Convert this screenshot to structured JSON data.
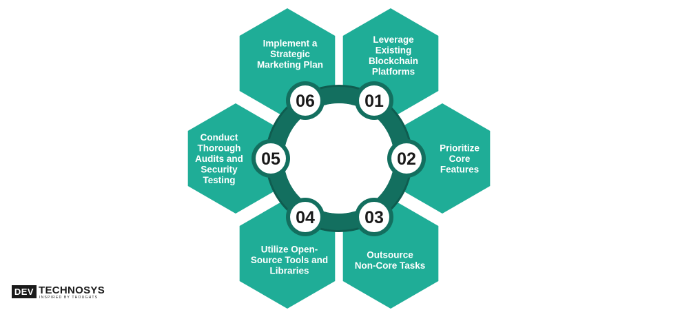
{
  "diagram": {
    "items": [
      {
        "number": "01",
        "lines": [
          "Leverage",
          "Existing",
          "Blockchain",
          "Platforms"
        ]
      },
      {
        "number": "02",
        "lines": [
          "Prioritize",
          "Core",
          "Features"
        ]
      },
      {
        "number": "03",
        "lines": [
          "Outsource",
          "Non-Core Tasks"
        ]
      },
      {
        "number": "04",
        "lines": [
          "Utilize Open-",
          "Source Tools and",
          "Libraries"
        ]
      },
      {
        "number": "05",
        "lines": [
          "Conduct",
          "Thorough",
          "Audits and",
          "Security",
          "Testing"
        ]
      },
      {
        "number": "06",
        "lines": [
          "Implement a",
          "Strategic",
          "Marketing Plan"
        ]
      }
    ]
  },
  "logo": {
    "box_text": "DEV",
    "main_text": "TECHNOSYS",
    "tagline": "INSPIRED BY THOUGHTS"
  },
  "colors": {
    "hex_fill": "#1FAD97",
    "ring": "#136F5F",
    "ring_outer_dark": "#0F5C4F",
    "badge_fill": "#ffffff",
    "number_text": "#1a1a1a",
    "label_text": "#ffffff"
  }
}
